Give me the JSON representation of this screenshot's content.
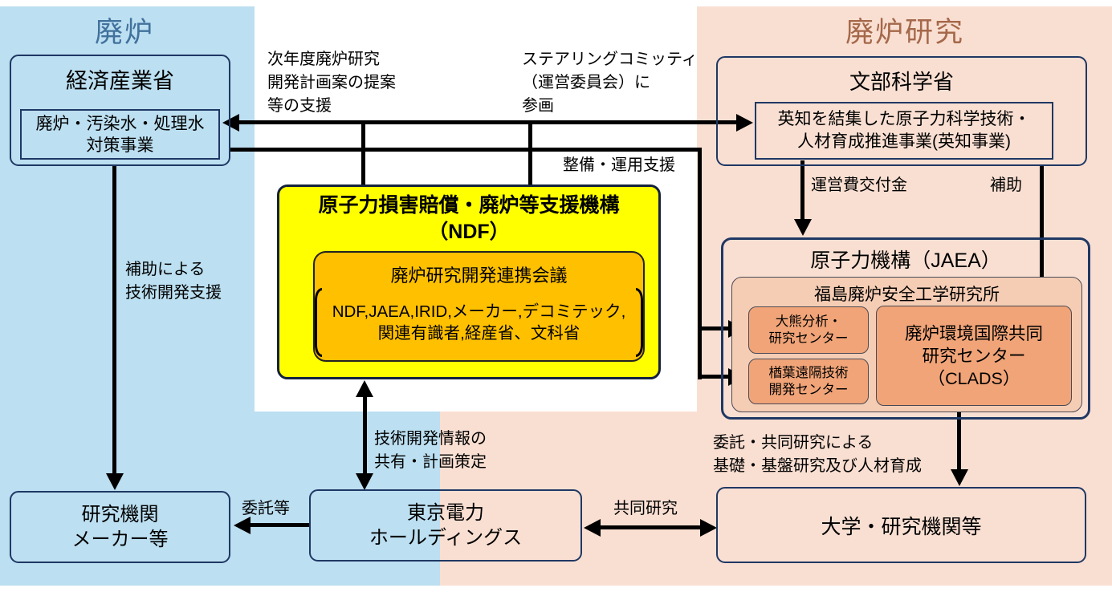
{
  "regions": {
    "decommissioning": {
      "label": "廃炉",
      "bg": "#BCDFF1",
      "label_color": "#41719C"
    },
    "decommissioning_research": {
      "label": "廃炉研究",
      "bg": "#F9DFD2",
      "label_color": "#A5684A"
    }
  },
  "nodes": {
    "meti": {
      "title": "経済産業省",
      "program": [
        "廃炉・汚染水・処理水",
        "対策事業"
      ]
    },
    "mext": {
      "title": "文部科学省",
      "program": [
        "英知を結集した原子力科学技術・",
        "人材育成推進事業(英知事業)"
      ]
    },
    "ndf": {
      "title": [
        "原子力損害賠償・廃炉等支援機構",
        "（NDF）"
      ],
      "council": {
        "title": "廃炉研究開発連携会議",
        "members": [
          "NDF,JAEA,IRID,メーカー,デコミテック,",
          "関連有識者,経産省、文科省"
        ]
      }
    },
    "jaea": {
      "title": "原子力機構（JAEA）",
      "institute": {
        "title": "福島廃炉安全工学研究所",
        "okuma": [
          "大熊分析・",
          "研究センター"
        ],
        "naraha": [
          "楢葉遠隔技術",
          "開発センター"
        ],
        "clads": [
          "廃炉環境国際共同",
          "研究センター",
          "（CLADS）"
        ]
      }
    },
    "tepco": {
      "lines": [
        "東京電力",
        "ホールディングス"
      ]
    },
    "research_orgs": {
      "lines": [
        "研究機関",
        "メーカー等"
      ]
    },
    "universities": {
      "title": "大学・研究機関等"
    }
  },
  "edge_labels": {
    "proposal": [
      "次年度廃炉研究",
      "開発計画案の提案",
      "等の支援"
    ],
    "steering": [
      "ステアリングコミッティ",
      "（運営委員会）に",
      "参画"
    ],
    "maintenance": "整備・運用支援",
    "operating_grant": "運営費交付金",
    "subsidy": "補助",
    "subsidy_support": [
      "補助による",
      "技術開発支援"
    ],
    "info_sharing": [
      "技術開発情報の",
      "共有・計画策定"
    ],
    "entrustment": "委託等",
    "joint_research": "共同研究",
    "commission": [
      "委託・共同研究による",
      "基礎・基盤研究及び人材育成"
    ]
  },
  "colors": {
    "region_blue": "#BCDFF1",
    "region_pink": "#F9DFD2",
    "ndf_yellow": "#FFFF00",
    "council_orange": "#FFC000",
    "institute_fill": "#F5CDB4",
    "center_fill": "#F0A478",
    "border_navy": "#1F3864",
    "label_blue": "#41719C",
    "label_brown": "#A5684A",
    "arrow_black": "#000000"
  }
}
